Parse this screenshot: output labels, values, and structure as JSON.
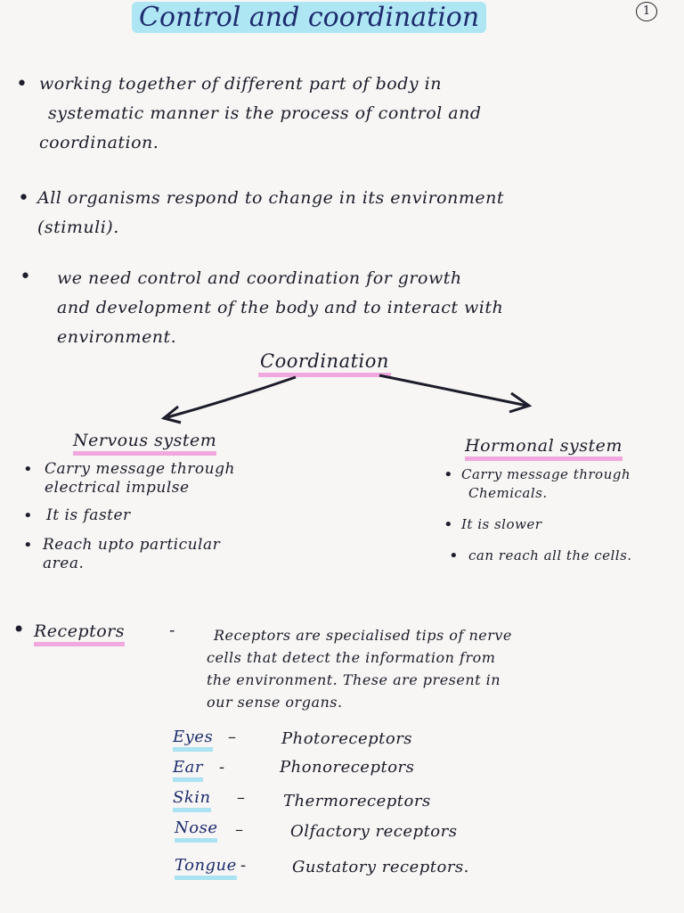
{
  "title": "Control and coordination",
  "page_number": "1",
  "points": [
    {
      "lines": [
        "working together of different part of body in",
        "systematic manner is the process of control and",
        "coordination."
      ]
    },
    {
      "lines": [
        "All organisms respond to change in its environment",
        "(stimuli)."
      ]
    },
    {
      "lines": [
        "we need control and coordination for growth",
        "and development of the body and to interact with",
        "environment."
      ]
    }
  ],
  "diagram": {
    "root": "Coordination",
    "nervous": {
      "heading": "Nervous system",
      "items": [
        [
          "Carry message through",
          "electrical impulse"
        ],
        [
          "It is faster"
        ],
        [
          "Reach upto particular",
          "area."
        ]
      ]
    },
    "hormonal": {
      "heading": "Hormonal system",
      "items": [
        [
          "Carry message through",
          "Chemicals."
        ],
        [
          "It is slower"
        ],
        [
          "can reach all the cells."
        ]
      ]
    }
  },
  "receptors": {
    "term": "Receptors",
    "dash": "-",
    "definition": [
      "Receptors are specialised tips of nerve",
      "cells that detect the information from",
      "the environment. These are present in",
      "our sense organs."
    ],
    "list": [
      {
        "organ": "Eyes",
        "type": "Photoreceptors"
      },
      {
        "organ": "Ear",
        "type": "Phonoreceptors"
      },
      {
        "organ": "Skin",
        "type": "Thermoreceptors"
      },
      {
        "organ": "Nose",
        "type": "Olfactory receptors"
      },
      {
        "organ": "Tongue",
        "type": "Gustatory receptors."
      }
    ]
  },
  "colors": {
    "title_highlight": "#aee6f4",
    "pink_underline": "#f1a8df",
    "ink": "#1c1c2a"
  }
}
